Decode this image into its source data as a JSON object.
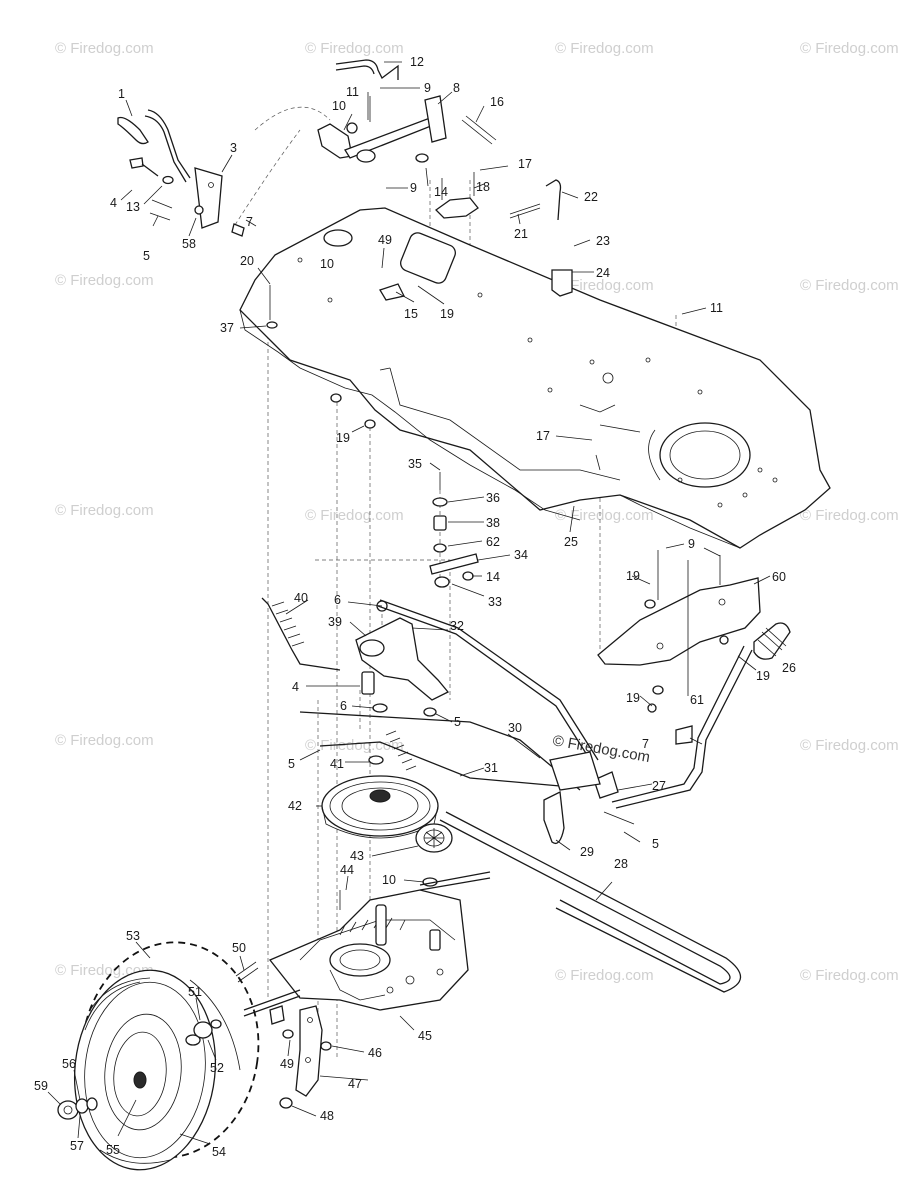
{
  "watermark": {
    "text": "© Firedog.com",
    "color": "#cfcfcf"
  },
  "diagram": {
    "callouts": [
      "1",
      "3",
      "4",
      "5",
      "6",
      "7",
      "8",
      "9",
      "10",
      "11",
      "12",
      "13",
      "14",
      "15",
      "16",
      "17",
      "18",
      "19",
      "20",
      "21",
      "22",
      "23",
      "24",
      "25",
      "26",
      "27",
      "28",
      "29",
      "30",
      "31",
      "32",
      "33",
      "34",
      "35",
      "36",
      "37",
      "38",
      "39",
      "40",
      "41",
      "42",
      "43",
      "44",
      "45",
      "46",
      "47",
      "48",
      "49",
      "50",
      "51",
      "52",
      "53",
      "54",
      "55",
      "56",
      "57",
      "58",
      "59",
      "60",
      "61",
      "62"
    ]
  }
}
